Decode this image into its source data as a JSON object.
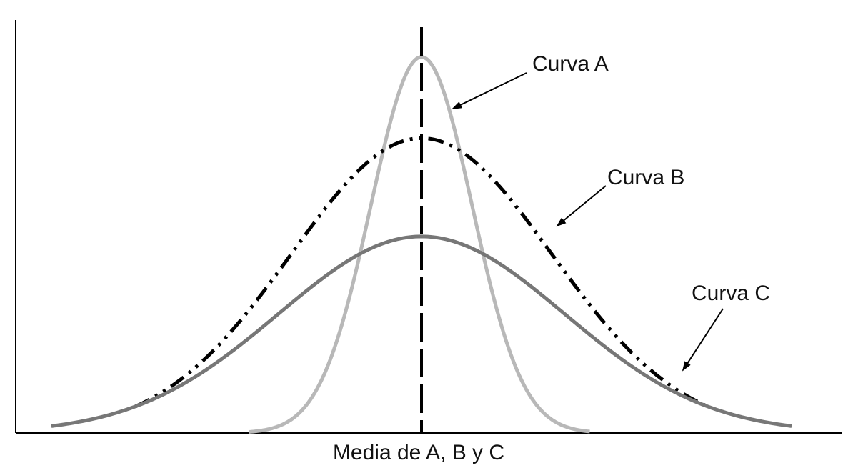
{
  "chart_data": {
    "type": "line",
    "title": "",
    "xlabel": "Media de A, B y C",
    "ylabel": "",
    "grid": false,
    "x_range": [
      -4.4,
      4.4
    ],
    "y_range": [
      0,
      1.0
    ],
    "mean_line": {
      "x": 0,
      "style": "long-dash",
      "color": "#000000"
    },
    "series": [
      {
        "name": "Curva A",
        "mean": 0,
        "sd": 0.6,
        "peak": 0.88,
        "x_range": [
          -2.05,
          2.0
        ],
        "color": "#b8b8b8",
        "style": "solid"
      },
      {
        "name": "Curva B",
        "mean": 0,
        "sd": 1.55,
        "peak": 0.69,
        "x_range": [
          -3.4,
          3.4
        ],
        "color": "#000000",
        "style": "dash-dot-dot"
      },
      {
        "name": "Curva C",
        "mean": 0,
        "sd": 1.7,
        "peak": 0.46,
        "x_range": [
          -4.4,
          4.4
        ],
        "color": "#777777",
        "style": "solid"
      }
    ],
    "annotations": [
      {
        "text": "Curva A",
        "target": "Curva A"
      },
      {
        "text": "Curva B",
        "target": "Curva B"
      },
      {
        "text": "Curva C",
        "target": "Curva C"
      }
    ]
  }
}
